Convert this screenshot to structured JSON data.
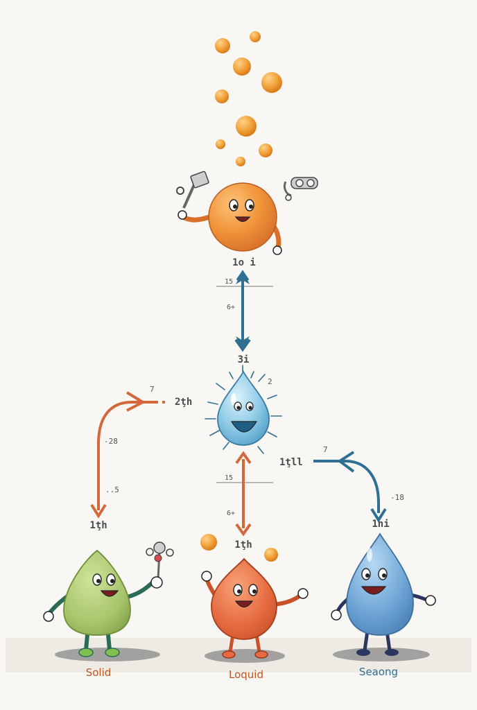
{
  "labels": {
    "top_character": "1o i",
    "arrow_top_tick": "15",
    "arrow_top_mid": "6+",
    "center_character": "3i",
    "center_rays_note": "2",
    "left_arrow_end": "2ţh",
    "left_arrow_tick": "7",
    "left_arrow_mid": "-28",
    "left_arrow_low": "..5",
    "left_character": "1ţh",
    "right_arrow_start": "1ţll",
    "right_arrow_tick": "7",
    "right_arrow_mid": "-18",
    "right_character": "1ni",
    "bottom_arrow_tick": "15",
    "bottom_arrow_mid": "6+",
    "middle_character": "1ţh"
  },
  "captions": {
    "solid": "Solid",
    "liquid": "Loquid",
    "gas": "Seaong"
  },
  "colors": {
    "orange_arrow": "#d4683a",
    "blue_arrow": "#2f6f93",
    "solid_caption": "#c0541f",
    "liquid_caption": "#c0541f",
    "gas_caption": "#2f6f93",
    "solid_body": "#a7c46b",
    "liquid_body": "#e66a3e",
    "gas_body": "#6fa6d6",
    "water_drop": "#8fcbe6",
    "sun_ball": "#f0953a"
  }
}
